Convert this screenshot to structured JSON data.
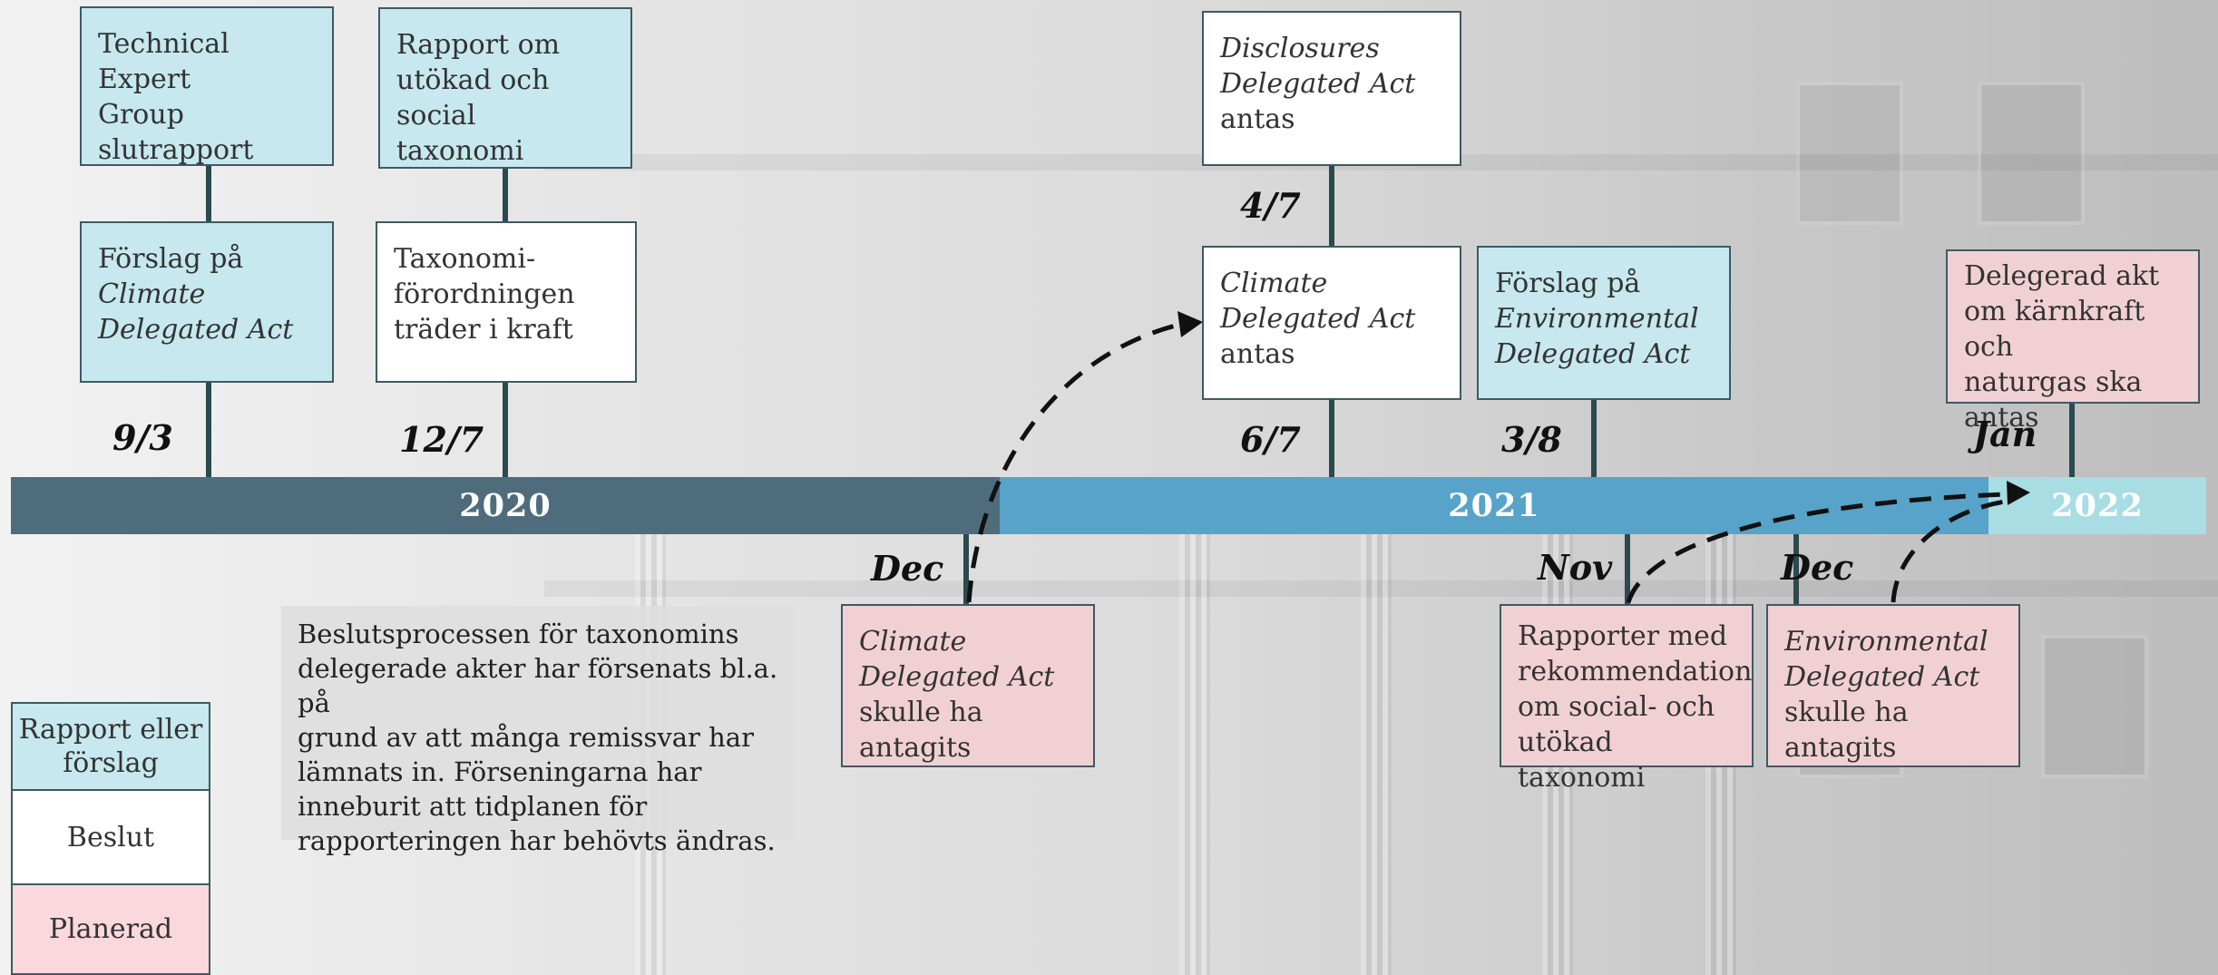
{
  "timeline": {
    "years": [
      "2020",
      "2021",
      "2022"
    ]
  },
  "events": {
    "tech_expert": {
      "lines": [
        "Technical Expert",
        "Group",
        "slutrapport"
      ],
      "italic": [
        false,
        false,
        false
      ]
    },
    "forslag_climate": {
      "lines": [
        "Förslag på",
        "Climate",
        "Delegated Act"
      ],
      "italic": [
        false,
        true,
        true
      ],
      "date": "9/3"
    },
    "rapport_utokad": {
      "lines": [
        "Rapport om",
        "utökad och social",
        "taxonomi"
      ],
      "italic": [
        false,
        false,
        false
      ]
    },
    "taxonomi_forordningen": {
      "lines": [
        "Taxonomi-",
        "förordningen",
        "träder i kraft"
      ],
      "italic": [
        false,
        false,
        false
      ],
      "date": "12/7"
    },
    "disclosures": {
      "lines": [
        "Disclosures",
        "Delegated Act",
        "antas"
      ],
      "italic": [
        true,
        true,
        false
      ],
      "date": "4/7"
    },
    "climate_antas": {
      "lines": [
        "Climate",
        "Delegated Act",
        "antas"
      ],
      "italic": [
        true,
        true,
        false
      ],
      "date": "6/7"
    },
    "forslag_environmental": {
      "lines": [
        "Förslag på",
        "Environmental",
        "Delegated Act"
      ],
      "italic": [
        false,
        true,
        true
      ],
      "date": "3/8"
    },
    "karnkraft": {
      "lines": [
        "Delegerad akt",
        "om kärnkraft och",
        "naturgas ska",
        "antas"
      ],
      "italic": [
        false,
        false,
        false,
        false
      ],
      "date": "Jan"
    },
    "climate_skulle": {
      "lines": [
        "Climate",
        "Delegated Act",
        "skulle ha antagits"
      ],
      "italic": [
        true,
        true,
        false
      ],
      "date": "Dec"
    },
    "rapporter_med": {
      "lines": [
        "Rapporter med",
        "rekommendation",
        "om social- och",
        "utökad taxonomi"
      ],
      "italic": [
        false,
        false,
        false,
        false
      ],
      "date": "Nov"
    },
    "environmental_skulle": {
      "lines": [
        "Environmental",
        "Delegated Act",
        "skulle ha antagits"
      ],
      "italic": [
        true,
        true,
        false
      ],
      "date": "Dec"
    }
  },
  "note": {
    "lines": [
      "Beslutsprocessen för taxonomins",
      "delegerade akter har försenats bl.a. på",
      "grund av att många remissvar har",
      "lämnats in. Förseningarna har",
      "inneburit att tidplanen för",
      "rapporteringen har behövts ändras."
    ]
  },
  "legend": {
    "report": [
      "Rapport eller",
      "förslag"
    ],
    "decision": "Beslut",
    "planned": "Planerad"
  },
  "colors": {
    "report_fill": "#c6e8ee",
    "decision_fill": "#ffffff",
    "planned_fill": "#f1d0d4",
    "bar_2020": "#4f6c7c",
    "bar_2021": "#57a3c9",
    "bar_2022": "#a9dde4"
  }
}
